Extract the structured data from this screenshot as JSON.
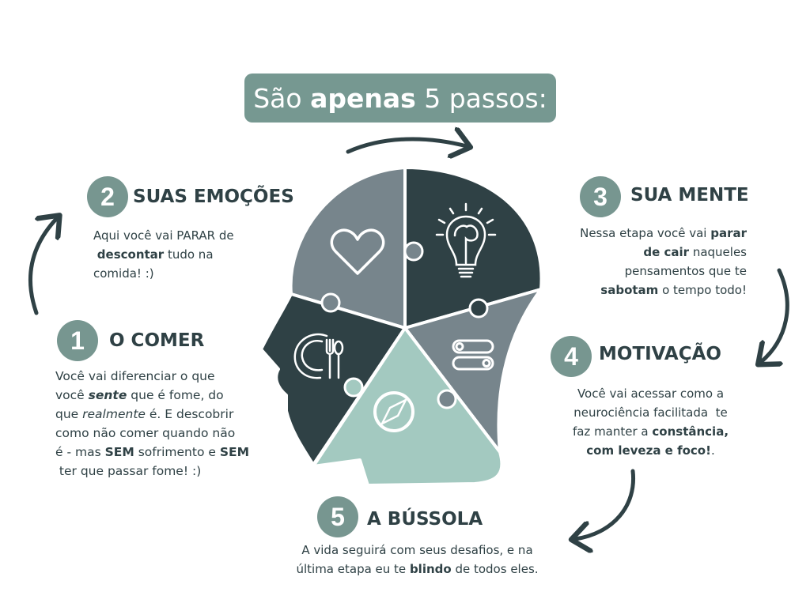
{
  "title": {
    "pre": "São ",
    "bold": "apenas",
    "post": " 5 passos:"
  },
  "colors": {
    "accent": "#769891",
    "dark": "#2f4145",
    "grey": "#77858c",
    "mint": "#a3c9c0"
  },
  "steps": [
    {
      "number": "1",
      "heading": "O COMER",
      "lines": [
        [
          {
            "t": "Você vai diferenciar o que"
          }
        ],
        [
          {
            "t": "você "
          },
          {
            "t": "sente",
            "s": "bi"
          },
          {
            "t": " que é fome, do"
          }
        ],
        [
          {
            "t": "que "
          },
          {
            "t": "realmente",
            "s": "i"
          },
          {
            "t": " é. E descobrir"
          }
        ],
        [
          {
            "t": "como não comer quando não"
          }
        ],
        [
          {
            "t": "é - mas "
          },
          {
            "t": "SEM",
            "s": "b"
          },
          {
            "t": " sofrimento e "
          },
          {
            "t": "SEM",
            "s": "b"
          }
        ],
        [
          {
            "t": " ter que passar fome! :)"
          }
        ]
      ]
    },
    {
      "number": "2",
      "heading": "SUAS EMOÇÕES",
      "lines": [
        [
          {
            "t": "Aqui você vai PARAR de"
          }
        ],
        [
          {
            "t": " "
          },
          {
            "t": "descontar",
            "s": "b"
          },
          {
            "t": " tudo na"
          }
        ],
        [
          {
            "t": "comida! :)"
          }
        ]
      ]
    },
    {
      "number": "3",
      "heading": "SUA MENTE",
      "lines": [
        [
          {
            "t": "Nessa etapa você vai "
          },
          {
            "t": "parar",
            "s": "b"
          }
        ],
        [
          {
            "t": "de cair",
            "s": "b"
          },
          {
            "t": " naqueles"
          }
        ],
        [
          {
            "t": "pensamentos que te"
          }
        ],
        [
          {
            "t": "sabotam",
            "s": "b"
          },
          {
            "t": " o tempo todo!"
          }
        ]
      ]
    },
    {
      "number": "4",
      "heading": "MOTIVAÇÃO",
      "lines": [
        [
          {
            "t": "Você vai acessar como a"
          }
        ],
        [
          {
            "t": "neurociência facilitada  te"
          }
        ],
        [
          {
            "t": "faz manter a "
          },
          {
            "t": "constância,",
            "s": "b"
          }
        ],
        [
          {
            "t": "com leveza e foco!",
            "s": "b"
          },
          {
            "t": "."
          }
        ]
      ]
    },
    {
      "number": "5",
      "heading": "A BÚSSOLA",
      "lines": [
        [
          {
            "t": "A vida seguirá com seus desafios, e na"
          }
        ],
        [
          {
            "t": "última etapa eu te "
          },
          {
            "t": "blindo",
            "s": "b"
          },
          {
            "t": " de todos eles."
          }
        ]
      ]
    }
  ]
}
